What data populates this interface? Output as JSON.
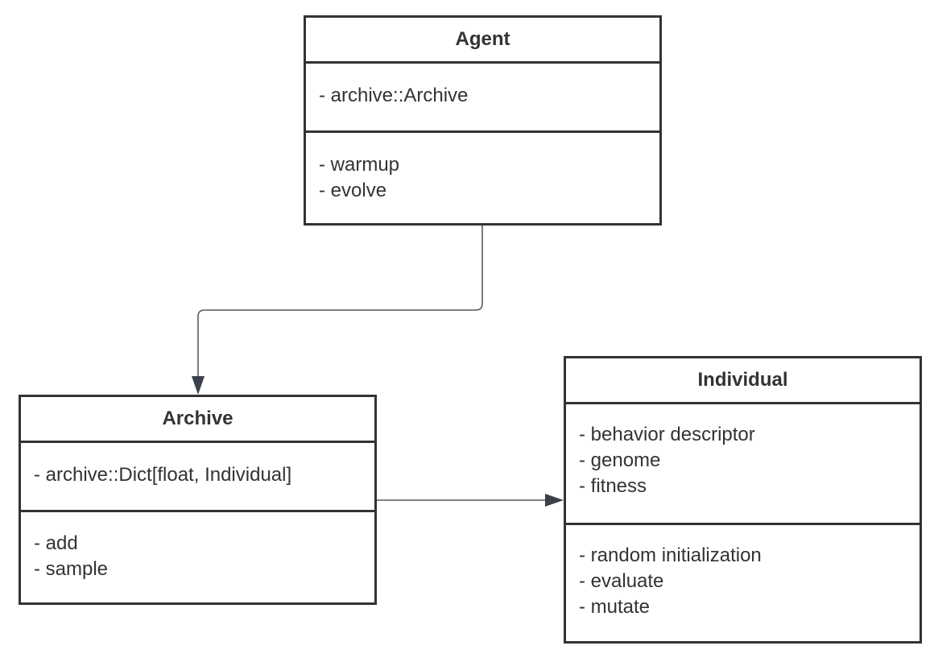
{
  "classes": {
    "agent": {
      "name": "Agent",
      "attributes": [
        "- archive::Archive"
      ],
      "methods": [
        "- warmup",
        "- evolve"
      ]
    },
    "archive": {
      "name": "Archive",
      "attributes": [
        "- archive::Dict[float, Individual]"
      ],
      "methods": [
        "- add",
        "- sample"
      ]
    },
    "individual": {
      "name": "Individual",
      "attributes": [
        "- behavior descriptor",
        "- genome",
        "- fitness"
      ],
      "methods": [
        "- random initialization",
        "- evaluate",
        "- mutate"
      ]
    }
  },
  "colors": {
    "border": "#333333",
    "connector": "#595959",
    "arrowhead": "#3a414a"
  }
}
